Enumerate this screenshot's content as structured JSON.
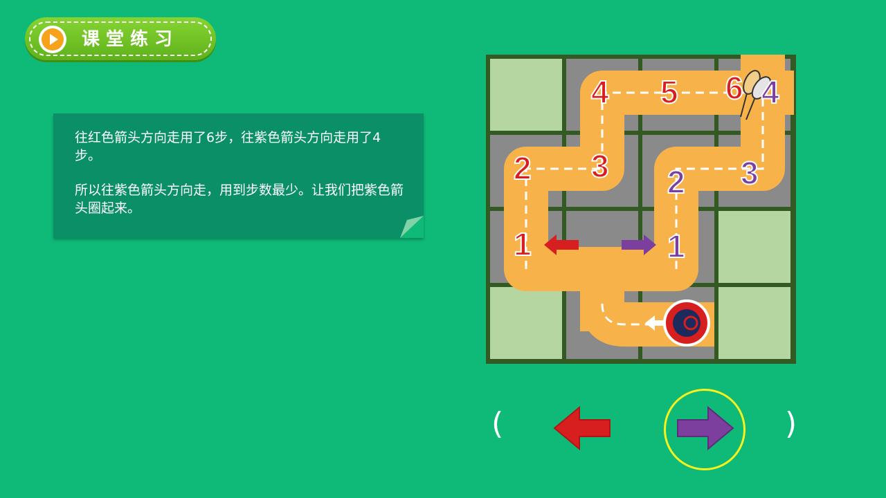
{
  "header": {
    "title": "课堂练习",
    "play_icon": "play-icon"
  },
  "note": {
    "paragraph1": "往红色箭头方向走用了6步，往紫色箭头方向走用了4步。",
    "paragraph2": "所以往紫色箭头方向走，用到步数最少。让我们把紫色箭头圈起来。"
  },
  "board": {
    "red_steps": [
      "1",
      "2",
      "3",
      "4",
      "5",
      "6"
    ],
    "purple_steps": [
      "1",
      "2",
      "3",
      "4"
    ],
    "colors": {
      "red": "#d81f1f",
      "purple": "#7d3f9e",
      "road": "#f7b24a",
      "grass": "#b5d6a0",
      "asphalt": "#8a8a8a",
      "grid": "#335a22"
    },
    "icons": [
      "badminton-racket-icon",
      "racing-car-icon",
      "white-arrow-left-icon"
    ]
  },
  "answer": {
    "open_paren": "(",
    "close_paren": ")",
    "choices": [
      "red-arrow-left-icon",
      "purple-arrow-right-icon"
    ],
    "selected": "purple-arrow-right-icon",
    "highlight_color": "#f6f21e"
  }
}
